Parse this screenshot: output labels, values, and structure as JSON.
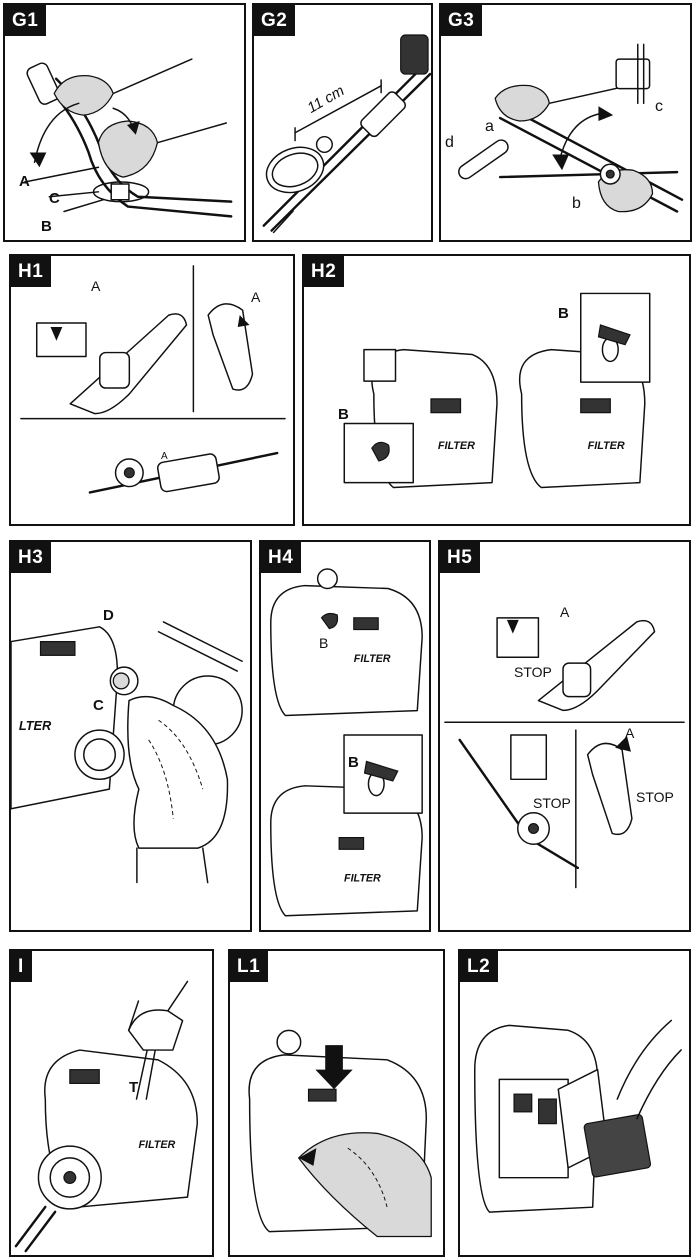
{
  "panels": {
    "g1": {
      "tag": "G1",
      "labels": [
        "A",
        "C",
        "B"
      ]
    },
    "g2": {
      "tag": "G2",
      "measure": "11 cm"
    },
    "g3": {
      "tag": "G3",
      "labels": [
        "a",
        "b",
        "c",
        "d"
      ]
    },
    "h1": {
      "tag": "H1",
      "labels": [
        "A",
        "A",
        "A"
      ]
    },
    "h2": {
      "tag": "H2",
      "labels": [
        "B",
        "B"
      ],
      "filter": "FILTER"
    },
    "h3": {
      "tag": "H3",
      "labels": [
        "D",
        "C"
      ],
      "filter": "LTER"
    },
    "h4": {
      "tag": "H4",
      "labels": [
        "B",
        "B"
      ],
      "filter": "FILTER"
    },
    "h5": {
      "tag": "H5",
      "labels": [
        "A",
        "A"
      ],
      "stop": [
        "STOP",
        "STOP",
        "STOP"
      ]
    },
    "i": {
      "tag": "I",
      "labels": [
        "T"
      ],
      "filter": "FILTER"
    },
    "l1": {
      "tag": "L1"
    },
    "l2": {
      "tag": "L2"
    }
  }
}
